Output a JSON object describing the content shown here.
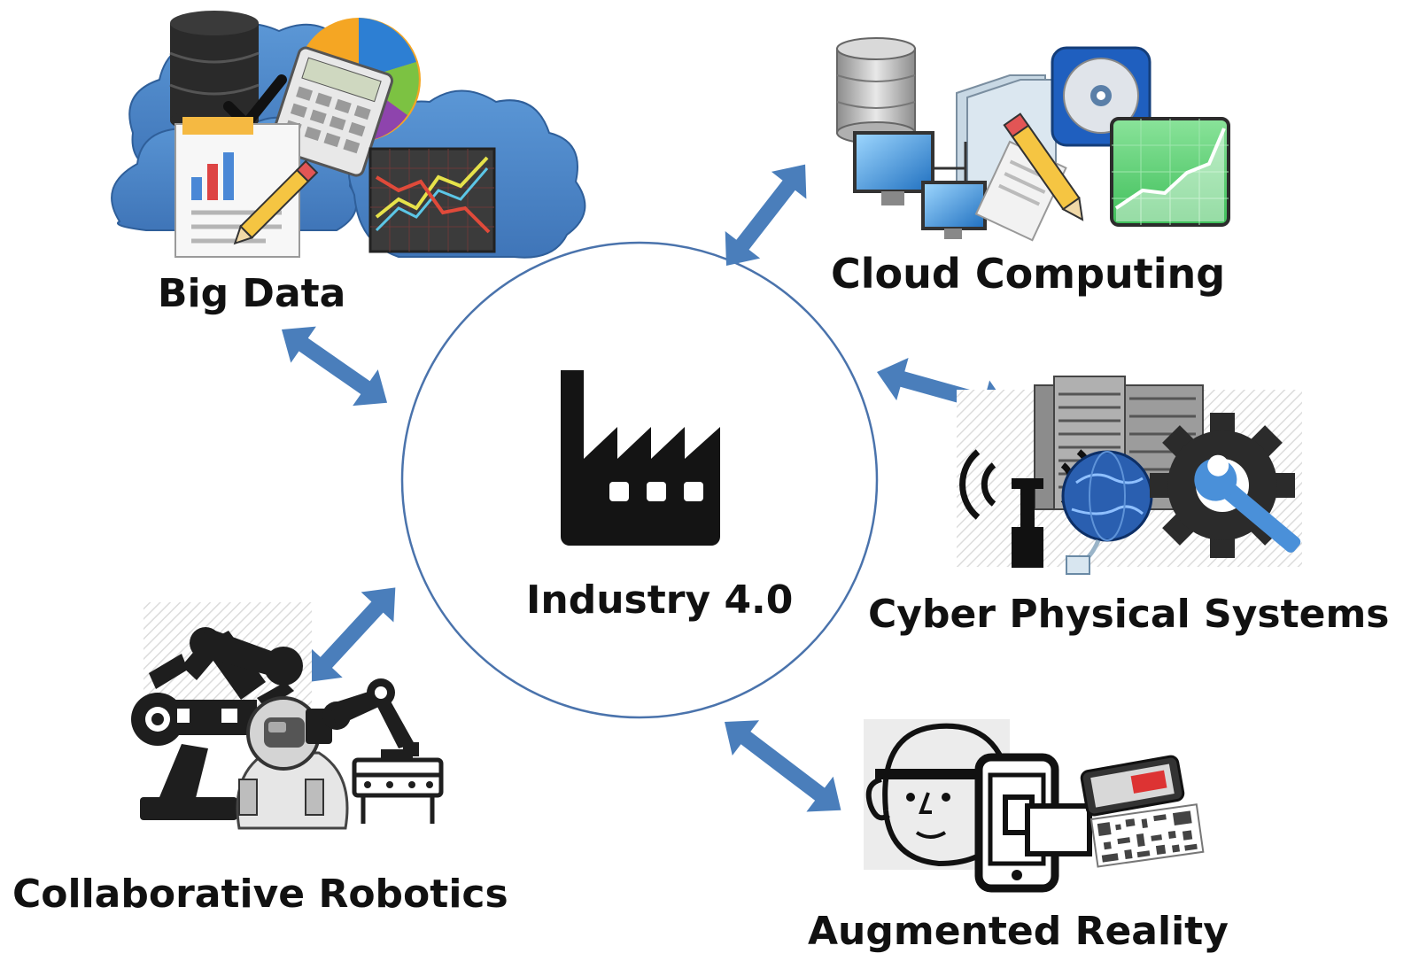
{
  "center": {
    "label": "Industry 4.0",
    "icon": "factory-icon"
  },
  "nodes": [
    {
      "id": "big-data",
      "label": "Big Data",
      "icon": "big-data-icon"
    },
    {
      "id": "cloud-computing",
      "label": "Cloud Computing",
      "icon": "cloud-computing-icon"
    },
    {
      "id": "cyber-physical-systems",
      "label": "Cyber Physical Systems",
      "icon": "cyber-physical-systems-icon"
    },
    {
      "id": "collaborative-robotics",
      "label": "Collaborative Robotics",
      "icon": "collaborative-robotics-icon"
    },
    {
      "id": "augmented-reality",
      "label": "Augmented Reality",
      "icon": "augmented-reality-icon"
    }
  ],
  "colors": {
    "arrow": "#4a7ebb",
    "circle": "#4a73ac",
    "icon_dark": "#141414",
    "cloud_blue": "#4e86c8",
    "chart_green": "#3fbf5a"
  }
}
